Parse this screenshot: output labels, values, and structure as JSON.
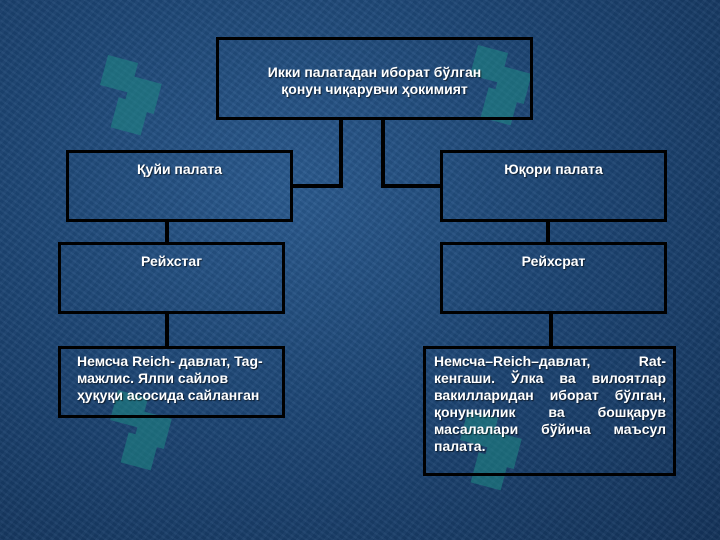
{
  "diagram": {
    "root": "Икки палатадан иборат бўлган қонун чиқарувчи ҳокимият",
    "left": {
      "chamber": "Қуйи палата",
      "name": "Рейхстаг",
      "description": "Немсча Reich- давлат, Tag-мажлис. Ялпи сайлов ҳуқуқи асосида сайланган"
    },
    "right": {
      "chamber": "Юқори палата",
      "name": "Рейхсрат",
      "description": "Немсча–Reich–давлат, Rat-кенгаши. Ўлка ва вилоятлар вакилларидан иборат бўлган, қонунчилик ва бошқарув масалалари бўйича маъсул палата."
    }
  },
  "style": {
    "background": "#1d4675",
    "box_border": "#000000",
    "text_color": "#ffffff"
  }
}
